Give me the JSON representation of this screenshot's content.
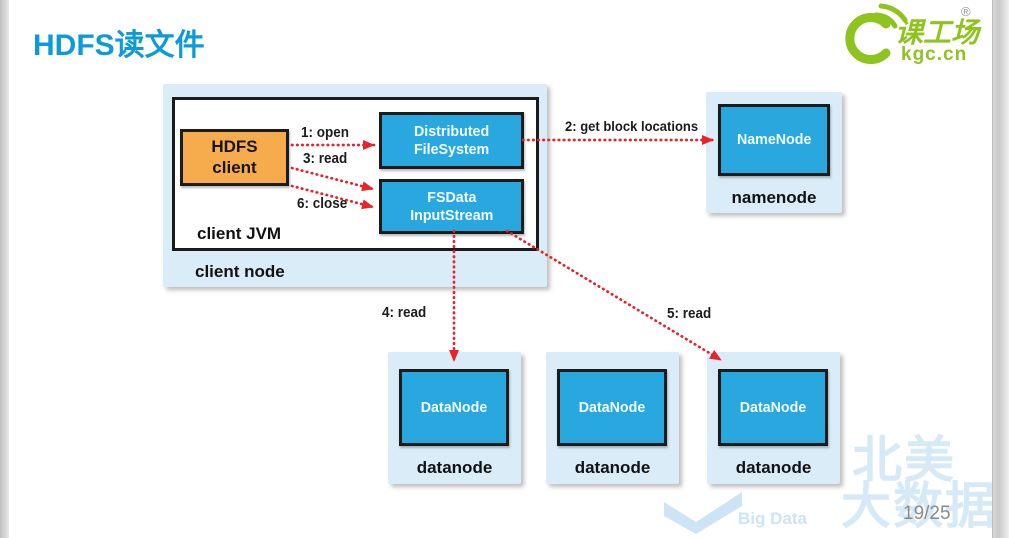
{
  "header": {
    "title": "HDFS读文件"
  },
  "logo": {
    "brand": "课工场",
    "domain": "kgc.cn",
    "registered": "®"
  },
  "diagram": {
    "client_node": {
      "label": "client node",
      "jvm_label": "client JVM",
      "hdfs_client": {
        "line1": "HDFS",
        "line2": "client"
      },
      "distributed_filesystem": {
        "line1": "Distributed",
        "line2": "FileSystem"
      },
      "fsdata_inputstream": {
        "line1": "FSData",
        "line2": "InputStream"
      }
    },
    "namenode": {
      "box": "NameNode",
      "label": "namenode"
    },
    "datanodes": [
      {
        "box": "DataNode",
        "label": "datanode"
      },
      {
        "box": "DataNode",
        "label": "datanode"
      },
      {
        "box": "DataNode",
        "label": "datanode"
      }
    ],
    "arrows": {
      "open": "1: open",
      "read3": "3: read",
      "close6": "6: close",
      "get_block_locations": "2: get block locations",
      "read4": "4: read",
      "read5": "5: read"
    }
  },
  "watermark": {
    "line1": "北美",
    "line2": "大数据",
    "en": "Big Data"
  },
  "footer": {
    "page": "19/25"
  },
  "colors": {
    "title_blue": "#0c9bd8",
    "box_blue": "#29a8e0",
    "container_light_blue": "#d9ecf8",
    "client_orange": "#f6ac4d",
    "arrow_red": "#e8232c",
    "logo_green": "#8fc41e",
    "watermark_blue": "#d6e9f7"
  }
}
